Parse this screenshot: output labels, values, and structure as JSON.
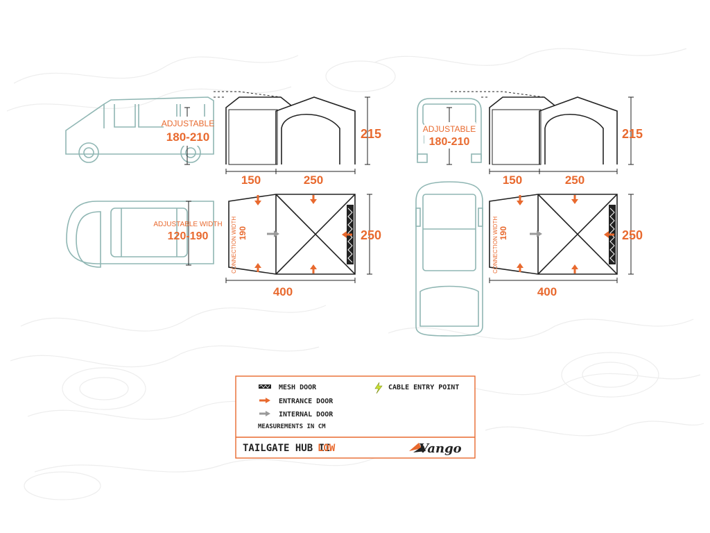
{
  "colors": {
    "accent": "#e8692e",
    "outline": "#222222",
    "vehicle": "#8fb6b3",
    "internal_door": "#9a9a9a",
    "cable_icon": "#c8e034",
    "topo": "#ededed"
  },
  "left": {
    "adjustable_label": "ADJUSTABLE",
    "adjustable_range": "180-210",
    "height": "215",
    "front_length": "150",
    "main_length": "250",
    "width": "250",
    "total_length": "400",
    "adjustable_width_label": "ADJUSTABLE WIDTH",
    "adjustable_width_range": "120-190",
    "connection_label": "CONNECTION WIDTH",
    "connection_value": "190"
  },
  "right": {
    "adjustable_label": "ADJUSTABLE",
    "adjustable_range": "180-210",
    "height": "215",
    "front_length": "150",
    "main_length": "250",
    "width": "250",
    "total_length": "400",
    "connection_label": "CONNECTION WIDTH",
    "connection_value": "190"
  },
  "legend": {
    "mesh_door": "MESH DOOR",
    "entrance_door": "ENTRANCE DOOR",
    "internal_door": "INTERNAL DOOR",
    "cable_entry": "CABLE ENTRY POINT",
    "units": "MEASUREMENTS IN CM",
    "product_name": "TAILGATE HUB II",
    "product_variant": "LOW",
    "brand": "Vango"
  },
  "icons": {
    "mesh": "mesh-door-icon",
    "entrance": "entrance-arrow-icon",
    "internal": "internal-arrow-icon",
    "cable": "lightning-bolt-icon"
  }
}
